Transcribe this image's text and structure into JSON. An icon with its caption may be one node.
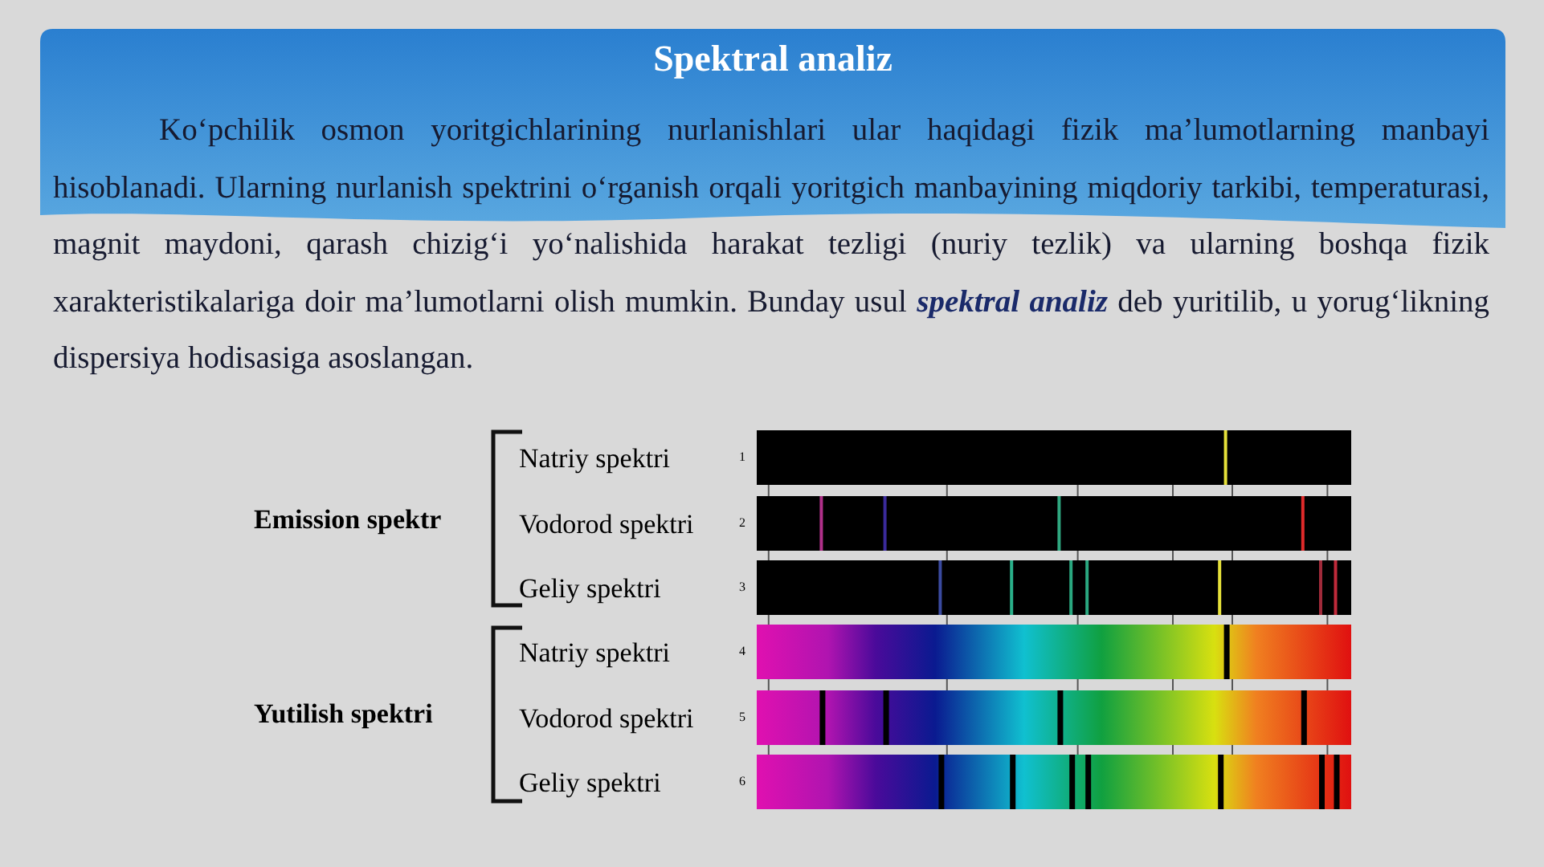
{
  "diagram": {
    "title": "Spektral analiz",
    "labels": [
      "Ko‘pchilik osmon yoritgichlarining nurlanishlari ular haqidagi fizik ma’lumotlarning manbayi hisoblanadi. Ularning nurlanish spektrini o‘rganish orqali yoritgich manbayining miqdoriy tarkibi, temperaturasi, magnit maydoni, qarash chizig‘i yo‘nalishida harakat tezligi (nuriy tezlik) va ularning boshqa fizik xarakteristikalariga doir ma’lumotlarni olish mumkin. Bunday usul **spektral analiz** deb yuritilib, u yorug‘likning dispersiya hodisasiga asoslangan.",
      "Natriy spektri",
      "1",
      "Emission spektr",
      "Vodorod spektri",
      "2",
      "Geliy spektri",
      "3",
      "Natriy spektri",
      "4",
      "Yutilish spektri",
      "Vodorod spektri",
      "5",
      "Geliy spektri",
      "6"
    ]
  }
}
